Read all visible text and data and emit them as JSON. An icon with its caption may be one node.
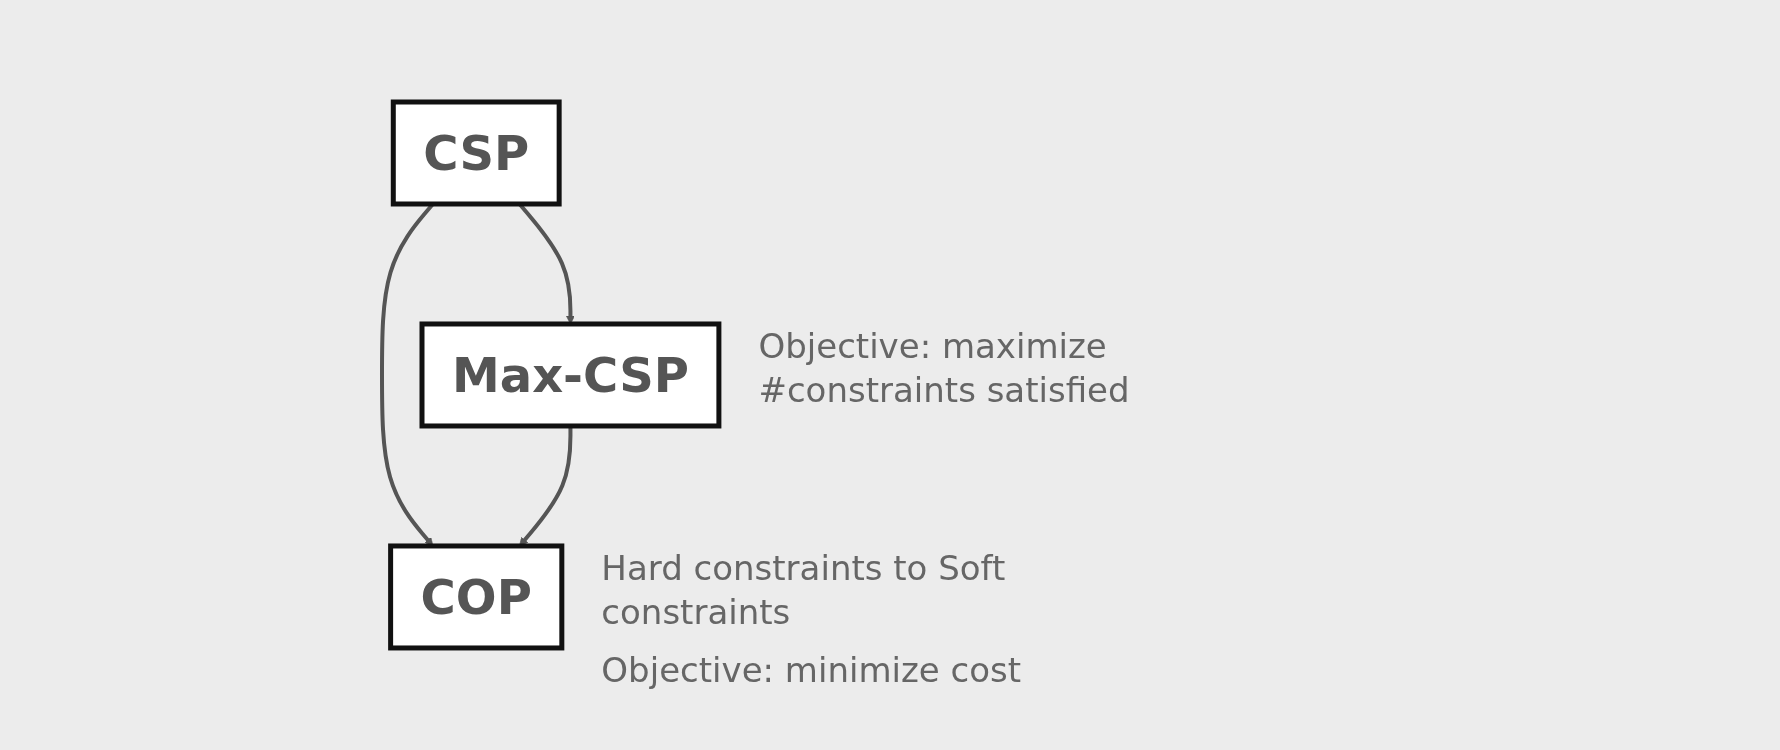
{
  "diagram": {
    "nodes": [
      {
        "text": [
          "CSP"
        ]
      },
      {
        "text": [
          "Max-CSP"
        ],
        "beside": [
          "Objective: maximize #constraints satisfied"
        ]
      },
      {
        "text": [
          "COP"
        ],
        "beside": [
          "Hard constraints to Soft constraints",
          "Objective: minimize cost"
        ]
      }
    ],
    "edges": [
      {
        "from": 0,
        "to": 1,
        "arrow": "to"
      },
      {
        "from": 0,
        "to": 2,
        "arrow": "to"
      },
      {
        "from": 1,
        "to": 2,
        "arrow": "to"
      }
    ]
  }
}
